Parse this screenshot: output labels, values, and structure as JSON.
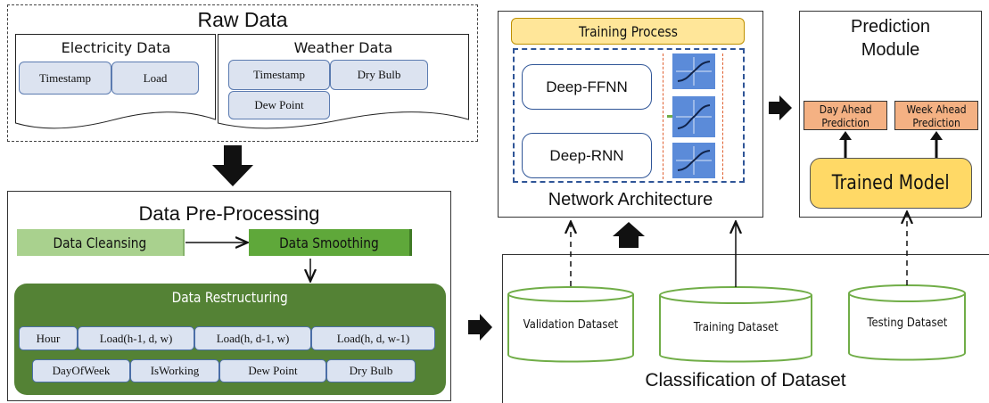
{
  "raw_data": {
    "title": "Raw Data",
    "electricity": {
      "title": "Electricity Data",
      "fields": [
        "Timestamp",
        "Load"
      ]
    },
    "weather": {
      "title": "Weather Data",
      "fields": [
        "Timestamp",
        "Dry Bulb",
        "Dew Point"
      ]
    }
  },
  "preprocessing": {
    "title": "Data Pre-Processing",
    "cleansing": "Data Cleansing",
    "smoothing": "Data Smoothing",
    "restructuring": {
      "title": "Data Restructuring",
      "row1": [
        "Hour",
        "Load(h-1, d, w)",
        "Load(h, d-1, w)",
        "Load(h, d, w-1)"
      ],
      "row2": [
        "DayOfWeek",
        "IsWorking",
        "Dew Point",
        "Dry Bulb"
      ]
    }
  },
  "network": {
    "training_process": "Training Process",
    "models": [
      "Deep-FFNN",
      "Deep-RNN"
    ],
    "title": "Network Architecture"
  },
  "prediction": {
    "title_line1": "Prediction",
    "title_line2": "Module",
    "day_ahead_line1": "Day Ahead",
    "day_ahead_line2": "Prediction",
    "week_ahead_line1": "Week Ahead",
    "week_ahead_line2": "Prediction",
    "trained_model": "Trained Model"
  },
  "classification": {
    "title": "Classification of Dataset",
    "datasets": [
      "Validation Dataset",
      "Training Dataset",
      "Testing Dataset"
    ]
  },
  "colors": {
    "chip_fill": "#dce3f0",
    "chip_border": "#5b7bb0",
    "cleansing_fill": "#a9d18e",
    "smoothing_fill": "#5fa83a",
    "restructuring_fill": "#548235",
    "training_fill": "#ffe699",
    "prediction_fill": "#f4b183",
    "trained_fill": "#ffd966",
    "dataset_border": "#70ad47",
    "dashed_blue": "#2f5597"
  }
}
